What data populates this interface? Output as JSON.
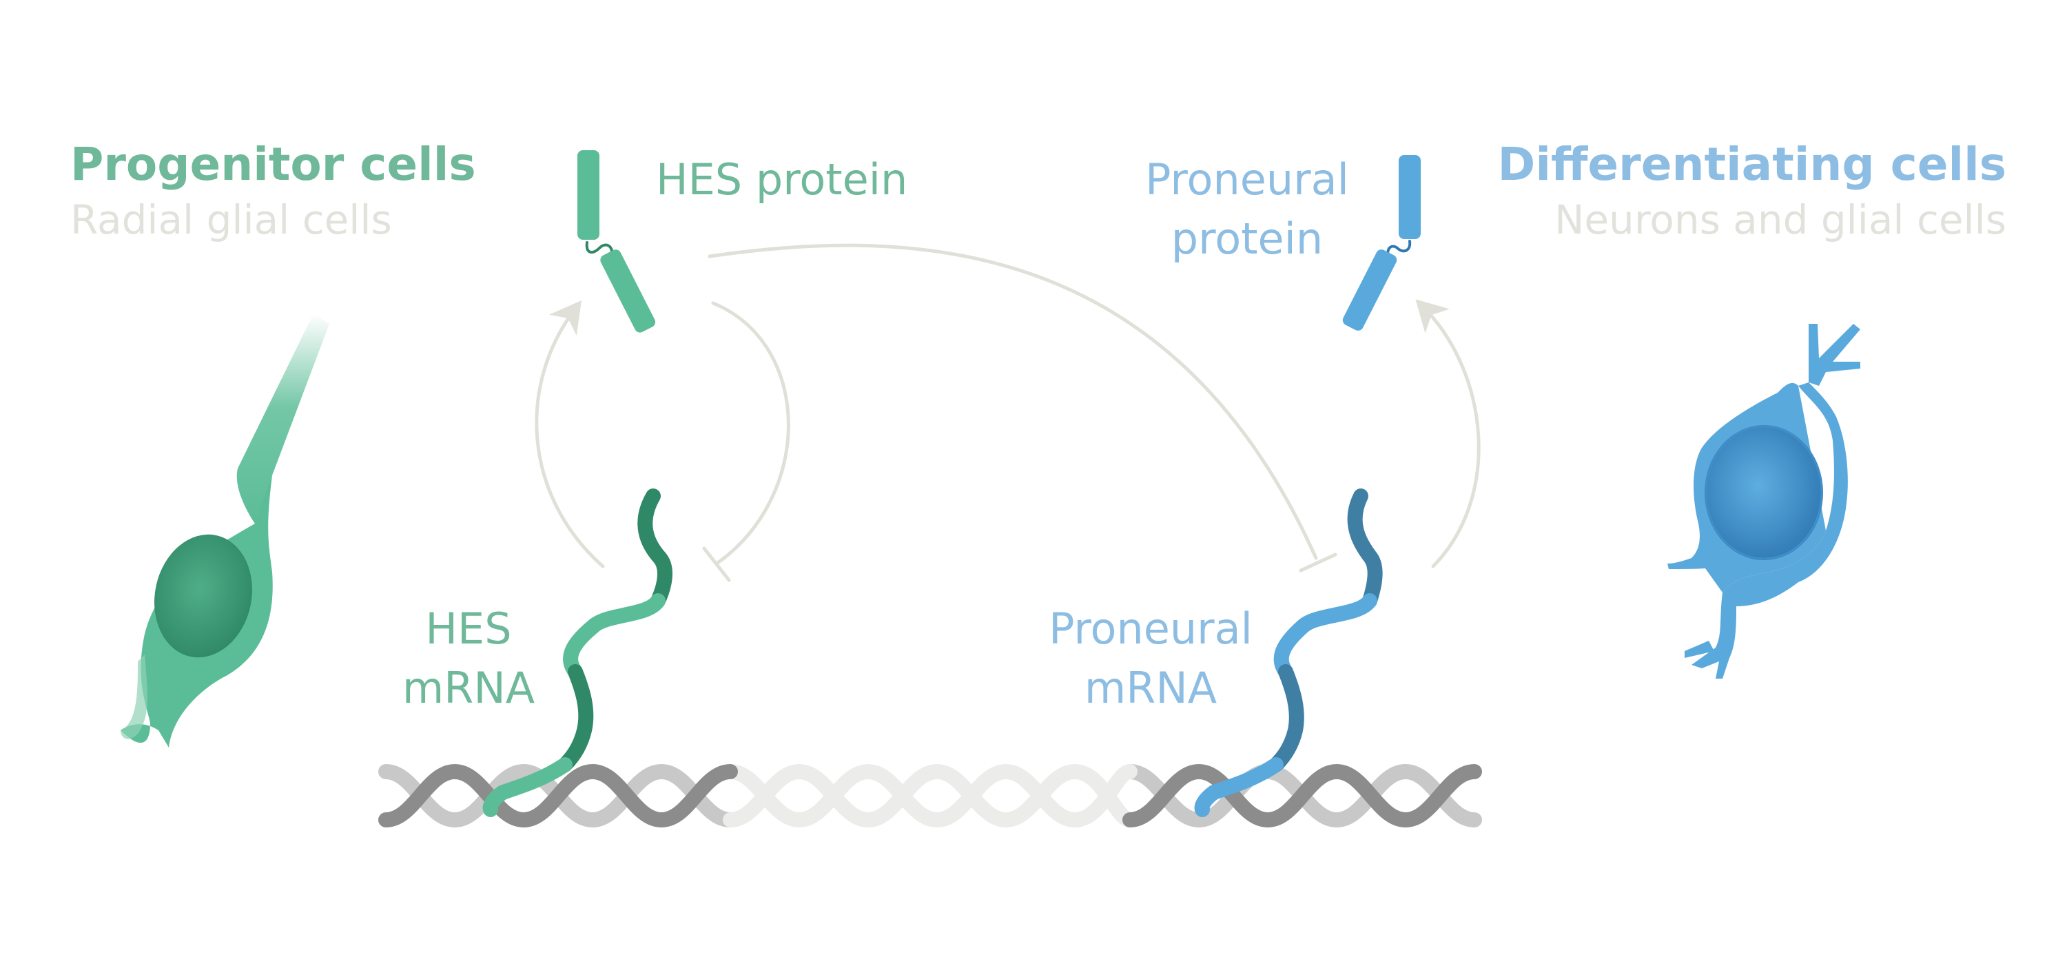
{
  "colors": {
    "progenitor": "#5bbd97",
    "progenitor_label": "#6fb89a",
    "differentiating": "#5aa9dc",
    "differentiating_label": "#8dbde2",
    "subtitle": "#e2e2dc",
    "arrow": "#e0e0d8",
    "dna_dark": "#8c8c8c",
    "dna_light": "#c8c8c8"
  },
  "left_panel": {
    "title": "Progenitor cells",
    "subtitle": "Radial glial cells"
  },
  "right_panel": {
    "title": "Differentiating cells",
    "subtitle": "Neurons and glial cells"
  },
  "hes": {
    "protein_label": "HES protein",
    "mrna_line1": "HES",
    "mrna_line2": "mRNA"
  },
  "proneural": {
    "protein_line1": "Proneural",
    "protein_line2": "protein",
    "mrna_line1": "Proneural",
    "mrna_line2": "mRNA"
  },
  "icons": {
    "progenitor_cell": "radial-glial-cell-icon",
    "neuron_cell": "neuron-cell-icon",
    "hes_protein": "protein-helix-icon",
    "proneural_protein": "protein-helix-icon",
    "dna": "dna-double-helix-icon"
  }
}
